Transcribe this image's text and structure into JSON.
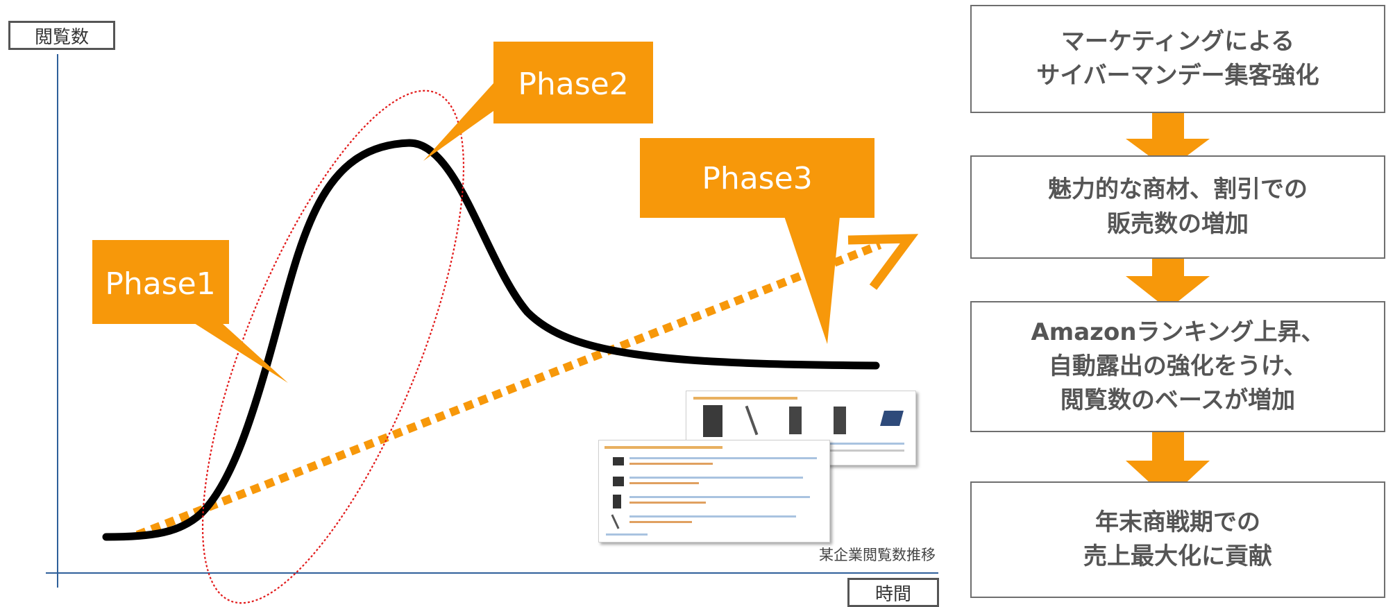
{
  "axes": {
    "y_label": "閲覧数",
    "x_label": "時間",
    "caption": "某企業閲覧数推移"
  },
  "phases": [
    {
      "label": "Phase1"
    },
    {
      "label": "Phase2"
    },
    {
      "label": "Phase3"
    }
  ],
  "flow": {
    "steps": [
      {
        "text": "マーケティングによる\nサイバーマンデー集客強化"
      },
      {
        "text": "魅力的な商材、割引での\n販売数の増加"
      },
      {
        "text": "Amazonランキング上昇、\n自動露出の強化をうけ、\n閲覧数のベースが増加"
      },
      {
        "text": "年末商戦期での\n売上最大化に貢献"
      }
    ]
  },
  "colors": {
    "accent": "#f7980a",
    "curve": "#000000",
    "axis": "#2e5f9a",
    "ellipse": "#e21a1a",
    "box_border": "#6e6e6e",
    "box_text": "#555555"
  }
}
